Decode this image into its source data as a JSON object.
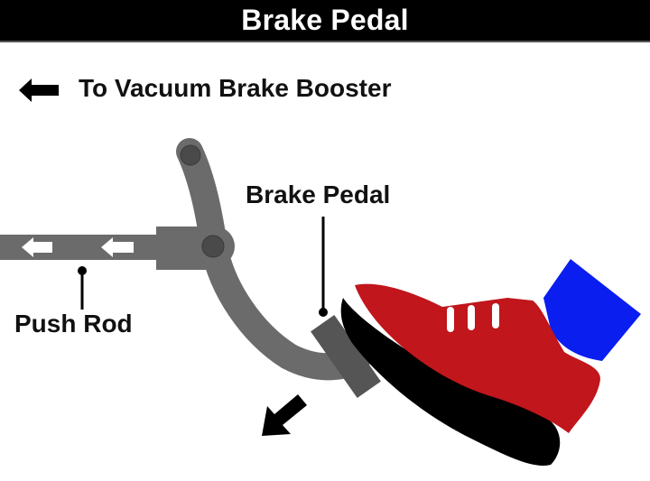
{
  "title": "Brake Pedal",
  "labels": {
    "booster": "To Vacuum Brake Booster",
    "brake_pedal": "Brake Pedal",
    "push_rod": "Push Rod"
  },
  "colors": {
    "title_bg": "#000000",
    "title_text": "#ffffff",
    "lever": "#6b6b6b",
    "pivot": "#4a4a4a",
    "pedal_pad": "#555555",
    "shoe_upper": "#c0161c",
    "shoe_sole": "#000000",
    "sock": "#0a1ef0",
    "arrow": "#000000"
  }
}
